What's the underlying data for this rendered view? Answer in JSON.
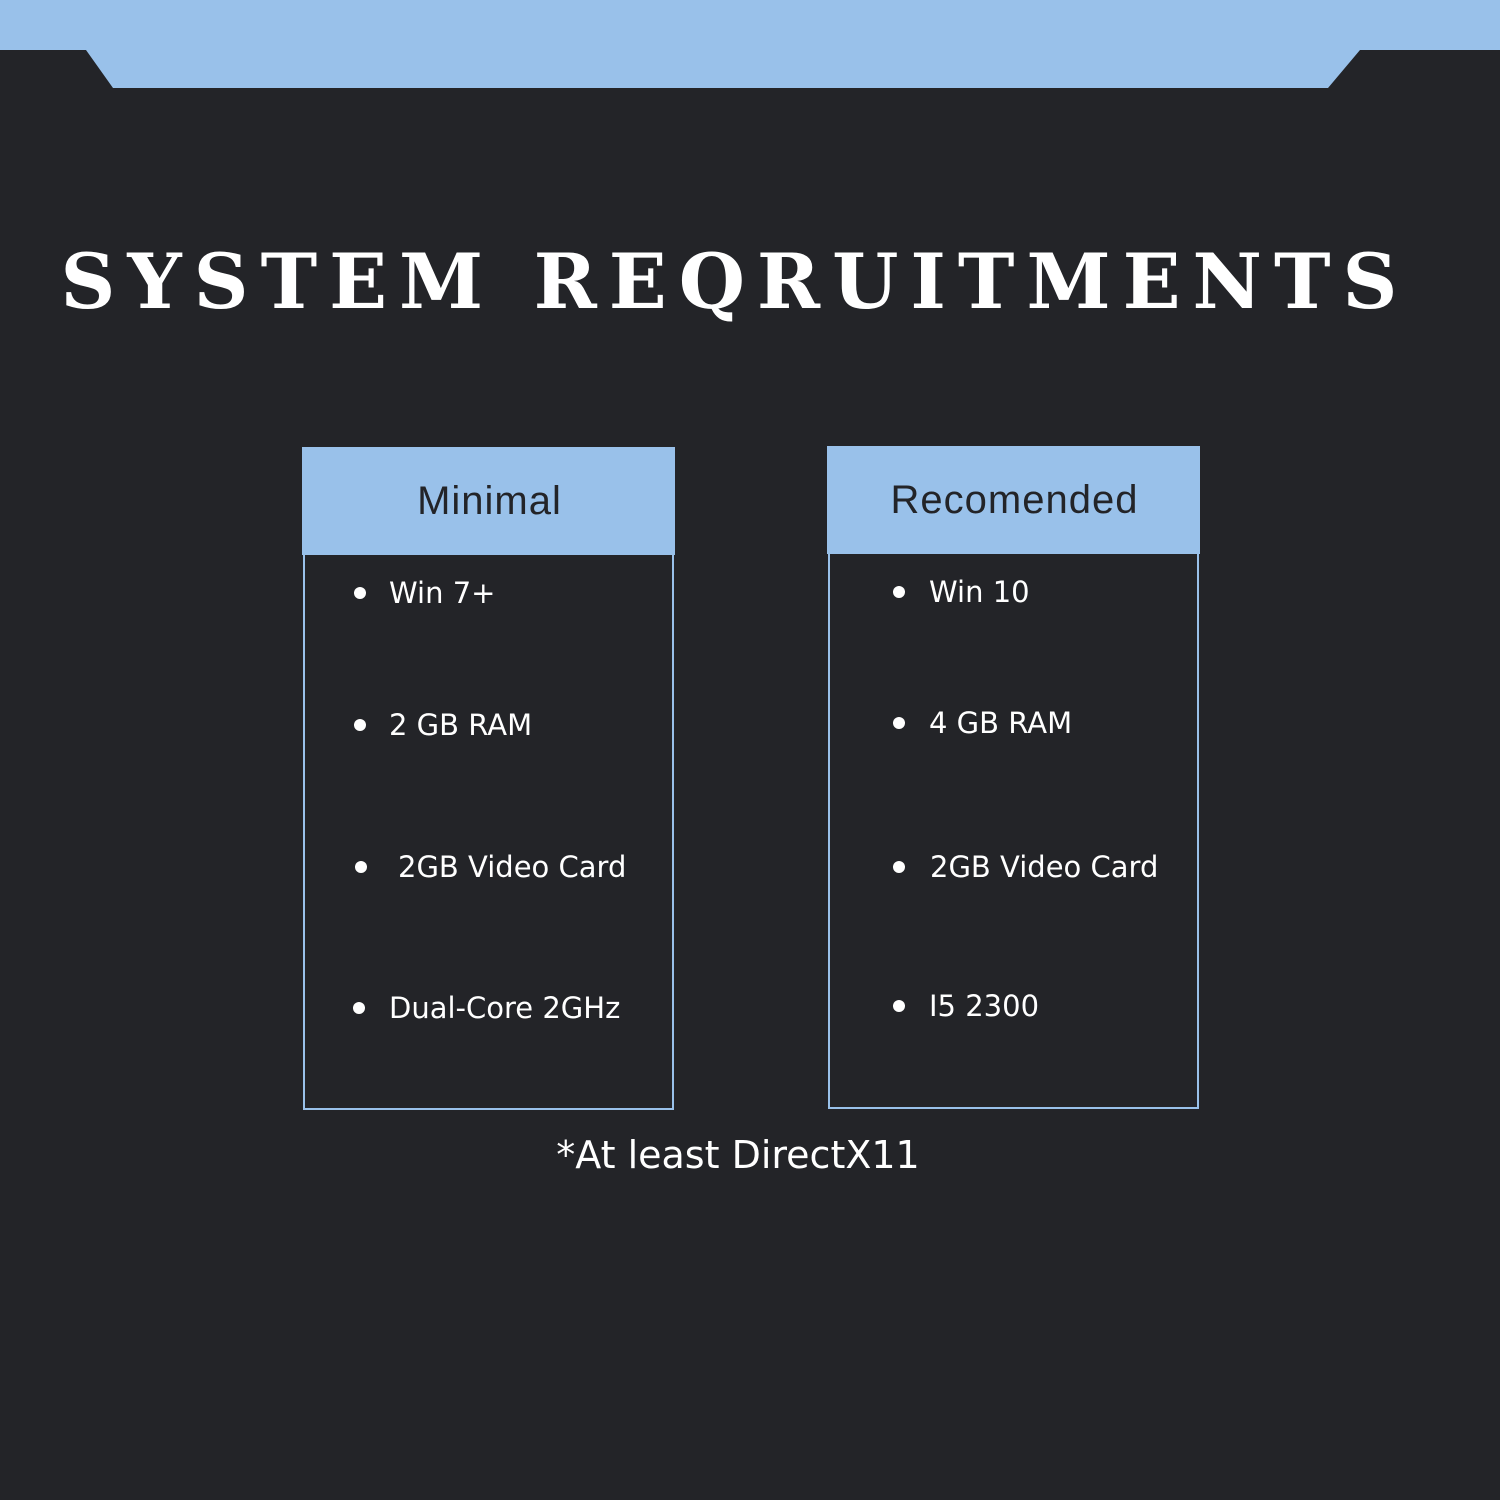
{
  "header": {
    "title": "SYSTEM REQRUITMENTS"
  },
  "cards": [
    {
      "title": "Minimal",
      "items": [
        "Win 7+",
        "2 GB RAM",
        "2GB Video Card",
        "Dual-Core 2GHz"
      ]
    },
    {
      "title": "Recomended",
      "items": [
        "Win 10",
        "4 GB RAM",
        "2GB Video Card",
        "I5 2300"
      ]
    }
  ],
  "footer": {
    "note": "*At least DirectX11"
  },
  "colors": {
    "background": "#232428",
    "accent": "#99c1ea",
    "text": "#ffffff"
  }
}
